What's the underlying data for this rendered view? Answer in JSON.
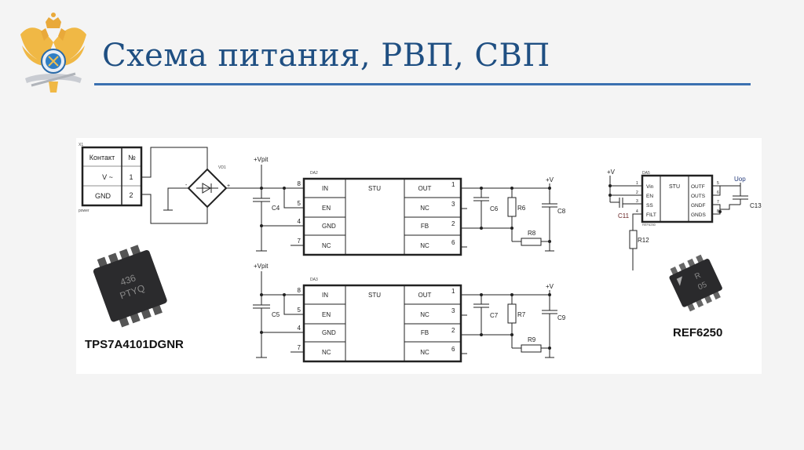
{
  "slide": {
    "title": "Схема питания, РВП, СВП",
    "accent_color": "#1f4f82"
  },
  "logo": {
    "icon": "double-headed-eagle-emblem"
  },
  "schematic": {
    "connector": {
      "ref": "X1",
      "sub": "power",
      "header": [
        "Контакт",
        "№"
      ],
      "rows": [
        [
          "V ~",
          "1"
        ],
        [
          "GND",
          "2"
        ]
      ]
    },
    "bridge": {
      "ref": "VD1",
      "minus": "-",
      "plus": "+"
    },
    "regulators": [
      {
        "ref": "DA2",
        "supply": "+Vpit",
        "name": "STU",
        "input_cap": "C4",
        "left_pins": [
          {
            "num": "8",
            "label": "IN"
          },
          {
            "num": "5",
            "label": "EN"
          },
          {
            "num": "4",
            "label": "GND"
          },
          {
            "num": "7",
            "label": "NC"
          }
        ],
        "right_pins": [
          {
            "num": "1",
            "label": "OUT"
          },
          {
            "num": "3",
            "label": "NC"
          },
          {
            "num": "2",
            "label": "FB"
          },
          {
            "num": "6",
            "label": "NC"
          }
        ],
        "out_cap": "C6",
        "r_top": "R6",
        "r_bottom": "R8",
        "load_cap": "C8",
        "out": "+V"
      },
      {
        "ref": "DA3",
        "supply": "+Vpit",
        "name": "STU",
        "input_cap": "C5",
        "left_pins": [
          {
            "num": "8",
            "label": "IN"
          },
          {
            "num": "5",
            "label": "EN"
          },
          {
            "num": "4",
            "label": "GND"
          },
          {
            "num": "7",
            "label": "NC"
          }
        ],
        "right_pins": [
          {
            "num": "1",
            "label": "OUT"
          },
          {
            "num": "3",
            "label": "NC"
          },
          {
            "num": "2",
            "label": "FB"
          },
          {
            "num": "6",
            "label": "NC"
          }
        ],
        "out_cap": "C7",
        "r_top": "R7",
        "r_bottom": "R9",
        "load_cap": "C9",
        "out": "+V"
      }
    ],
    "reference": {
      "ref": "DA5",
      "sub": "REF6250",
      "name": "STU",
      "supply": "+V",
      "out": "Uop",
      "left_pins": [
        {
          "num": "1",
          "label": "Vin"
        },
        {
          "num": "2",
          "label": "EN"
        },
        {
          "num": "3",
          "label": "SS"
        },
        {
          "num": "4",
          "label": "FILT"
        }
      ],
      "right_pins": [
        {
          "num": "5",
          "label": "OUTF"
        },
        {
          "num": "6",
          "label": "OUTS"
        },
        {
          "num": "7",
          "label": "GNDF"
        },
        {
          "num": "8",
          "label": "GNDS"
        }
      ],
      "cap_ss": "C11",
      "resistor": "R12",
      "out_cap": "C13"
    }
  },
  "chips": [
    {
      "part": "TPS7A4101DGNR",
      "marking": [
        "436",
        "PTYQ"
      ]
    },
    {
      "part": "REF6250",
      "marking": [
        "R",
        "05"
      ]
    }
  ]
}
